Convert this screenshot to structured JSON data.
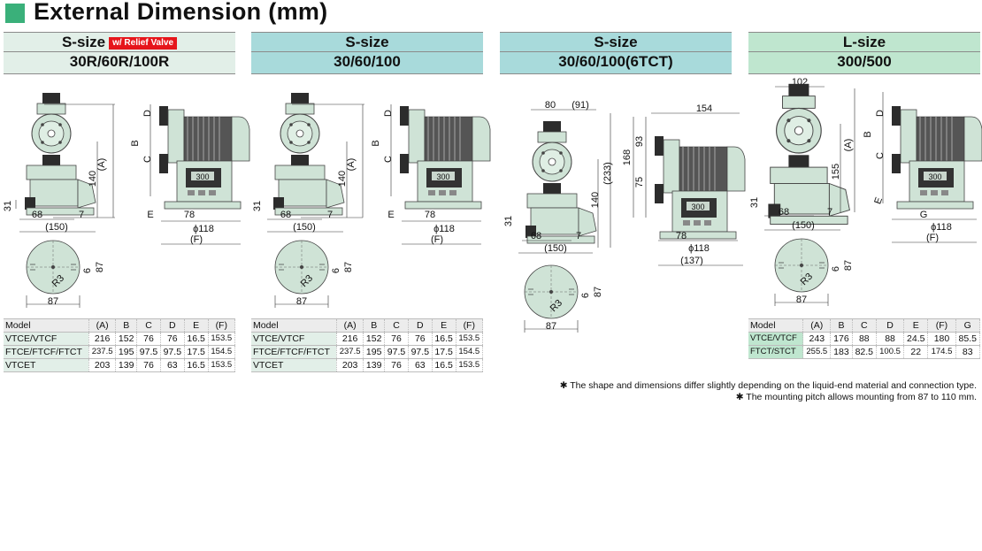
{
  "page_title": "External Dimension (mm)",
  "columns": [
    {
      "title": "S-size",
      "badge": "w/ Relief Valve",
      "subtitle": "30R/60R/100R",
      "color": "#e2efe8"
    },
    {
      "title": "S-size",
      "subtitle": "30/60/100",
      "color": "#a8dadb"
    },
    {
      "title": "S-size",
      "subtitle": "30/60/100(6TCT)",
      "color": "#a8dadb"
    },
    {
      "title": "L-size",
      "subtitle": "300/500",
      "color": "#bfe6cf"
    }
  ],
  "dimensions": {
    "s1": {
      "A": "(A)",
      "B": "B",
      "C": "C",
      "D": "D",
      "E": "E",
      "h140": "140",
      "h31": "31",
      "w68": "68",
      "n7": "7",
      "w150": "(150)",
      "w78": "78",
      "phi": "ϕ118",
      "F": "(F)",
      "b87": "87",
      "b6": "6",
      "b87v": "87",
      "r3": "R3"
    },
    "s2": {
      "A": "(A)",
      "B": "B",
      "C": "C",
      "D": "D",
      "E": "E",
      "h140": "140",
      "h31": "31",
      "w68": "68",
      "n7": "7",
      "w150": "(150)",
      "w78": "78",
      "phi": "ϕ118",
      "F": "(F)",
      "b87": "87",
      "b6": "6",
      "b87v": "87",
      "r3": "R3"
    },
    "s3": {
      "w80": "80",
      "w91": "(91)",
      "h233": "(233)",
      "h140": "140",
      "h31": "31",
      "w68": "68",
      "n7": "7",
      "w150": "(150)",
      "w154": "154",
      "h168": "168",
      "h93": "93",
      "h75": "75",
      "w78": "78",
      "phi": "ϕ118",
      "w137": "(137)",
      "b87": "87",
      "b6": "6",
      "b87v": "87",
      "r3": "R3"
    },
    "l": {
      "w102": "102",
      "A": "(A)",
      "B": "B",
      "C": "C",
      "D": "D",
      "h155": "155",
      "h31": "31",
      "w68": "68",
      "n7": "7",
      "w150": "(150)",
      "E": "E",
      "G": "G",
      "phi": "ϕ118",
      "F": "(F)",
      "b87": "87",
      "b6": "6",
      "b87v": "87",
      "r3": "R3"
    }
  },
  "table_s": {
    "headers": [
      "Model",
      "(A)",
      "B",
      "C",
      "D",
      "E",
      "(F)"
    ],
    "rows": [
      [
        "VTCE/VTCF",
        "216",
        "152",
        "76",
        "76",
        "16.5",
        "153.5"
      ],
      [
        "FTCE/FTCF/FTCT",
        "237.5",
        "195",
        "97.5",
        "97.5",
        "17.5",
        "154.5"
      ],
      [
        "VTCET",
        "203",
        "139",
        "76",
        "63",
        "16.5",
        "153.5"
      ]
    ]
  },
  "table_l": {
    "headers": [
      "Model",
      "(A)",
      "B",
      "C",
      "D",
      "E",
      "(F)",
      "G"
    ],
    "rows": [
      [
        "VTCE/VTCF",
        "243",
        "176",
        "88",
        "88",
        "24.5",
        "180",
        "85.5"
      ],
      [
        "FTCT/STCT",
        "255.5",
        "183",
        "82.5",
        "100.5",
        "22",
        "174.5",
        "83"
      ]
    ]
  },
  "notes": [
    "✱ The shape and dimensions differ slightly depending on the liquid-end material and connection type.",
    "✱ The mounting pitch allows mounting from 87 to 110 mm."
  ],
  "display": "300",
  "colors": {
    "accent": "#3ab07a",
    "badge": "#e6151b",
    "pump_body": "#cfe3d6",
    "dark": "#2c2c2c"
  }
}
